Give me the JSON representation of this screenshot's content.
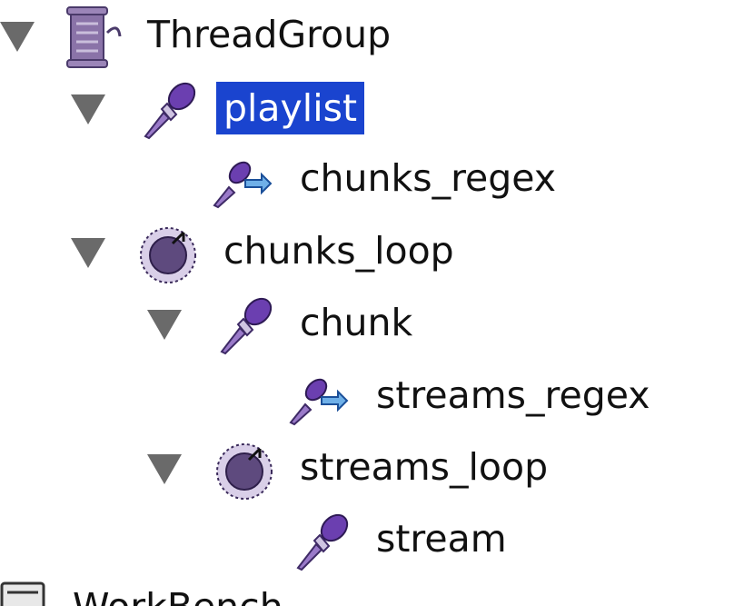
{
  "tree": {
    "nodes": [
      {
        "label": "ThreadGroup",
        "icon": "spool-icon",
        "expanded": true
      },
      {
        "label": "playlist",
        "icon": "dropper-icon",
        "expanded": true,
        "selected": true
      },
      {
        "label": "chunks_regex",
        "icon": "dropper-arrow-icon",
        "expanded": false
      },
      {
        "label": "chunks_loop",
        "icon": "loop-icon",
        "expanded": true
      },
      {
        "label": "chunk",
        "icon": "dropper-icon",
        "expanded": true
      },
      {
        "label": "streams_regex",
        "icon": "dropper-arrow-icon",
        "expanded": false
      },
      {
        "label": "streams_loop",
        "icon": "loop-icon",
        "expanded": true
      },
      {
        "label": "stream",
        "icon": "dropper-icon",
        "expanded": false
      },
      {
        "label": "WorkBench",
        "icon": "workbench-icon",
        "expanded": false
      }
    ]
  },
  "colors": {
    "selection": "#1a44cf",
    "toggle": "#6a6a6a",
    "icon_purple": "#7a52b5"
  }
}
